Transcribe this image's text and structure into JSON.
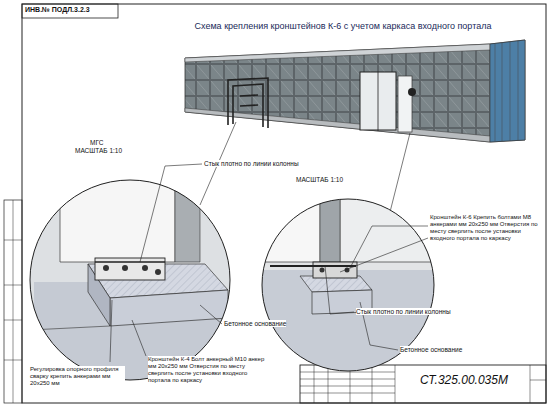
{
  "diagram": {
    "title": "Схема крепления кронштейнов К-6 с учетом каркаса входного портала",
    "labels": [
      "ИНВ.№ ПОДЛ.3.2.3",
      "МГС",
      "МАСШТАБ 1:10",
      "Стык плотно по линии колонны",
      "МАСШТАБ 1:10",
      "Кронштейн К-6 Крепить болтами М8 анкерами мм 20х250 мм Отверстия по месту сверлить после установки входного портала по каркасу",
      "Стык плотно по линии колонны",
      "Бетонное основание",
      "Бетонное основание",
      "Регулировка опорного профиля сварку крепить анкерами мм 20х250 мм",
      "Кронштейн К-4 Болт анкерный М10 анкер мм 20х250 мм Отверстия по месту сверлить после установки входного портала по каркасу",
      "СТ.325.00.035М"
    ]
  }
}
